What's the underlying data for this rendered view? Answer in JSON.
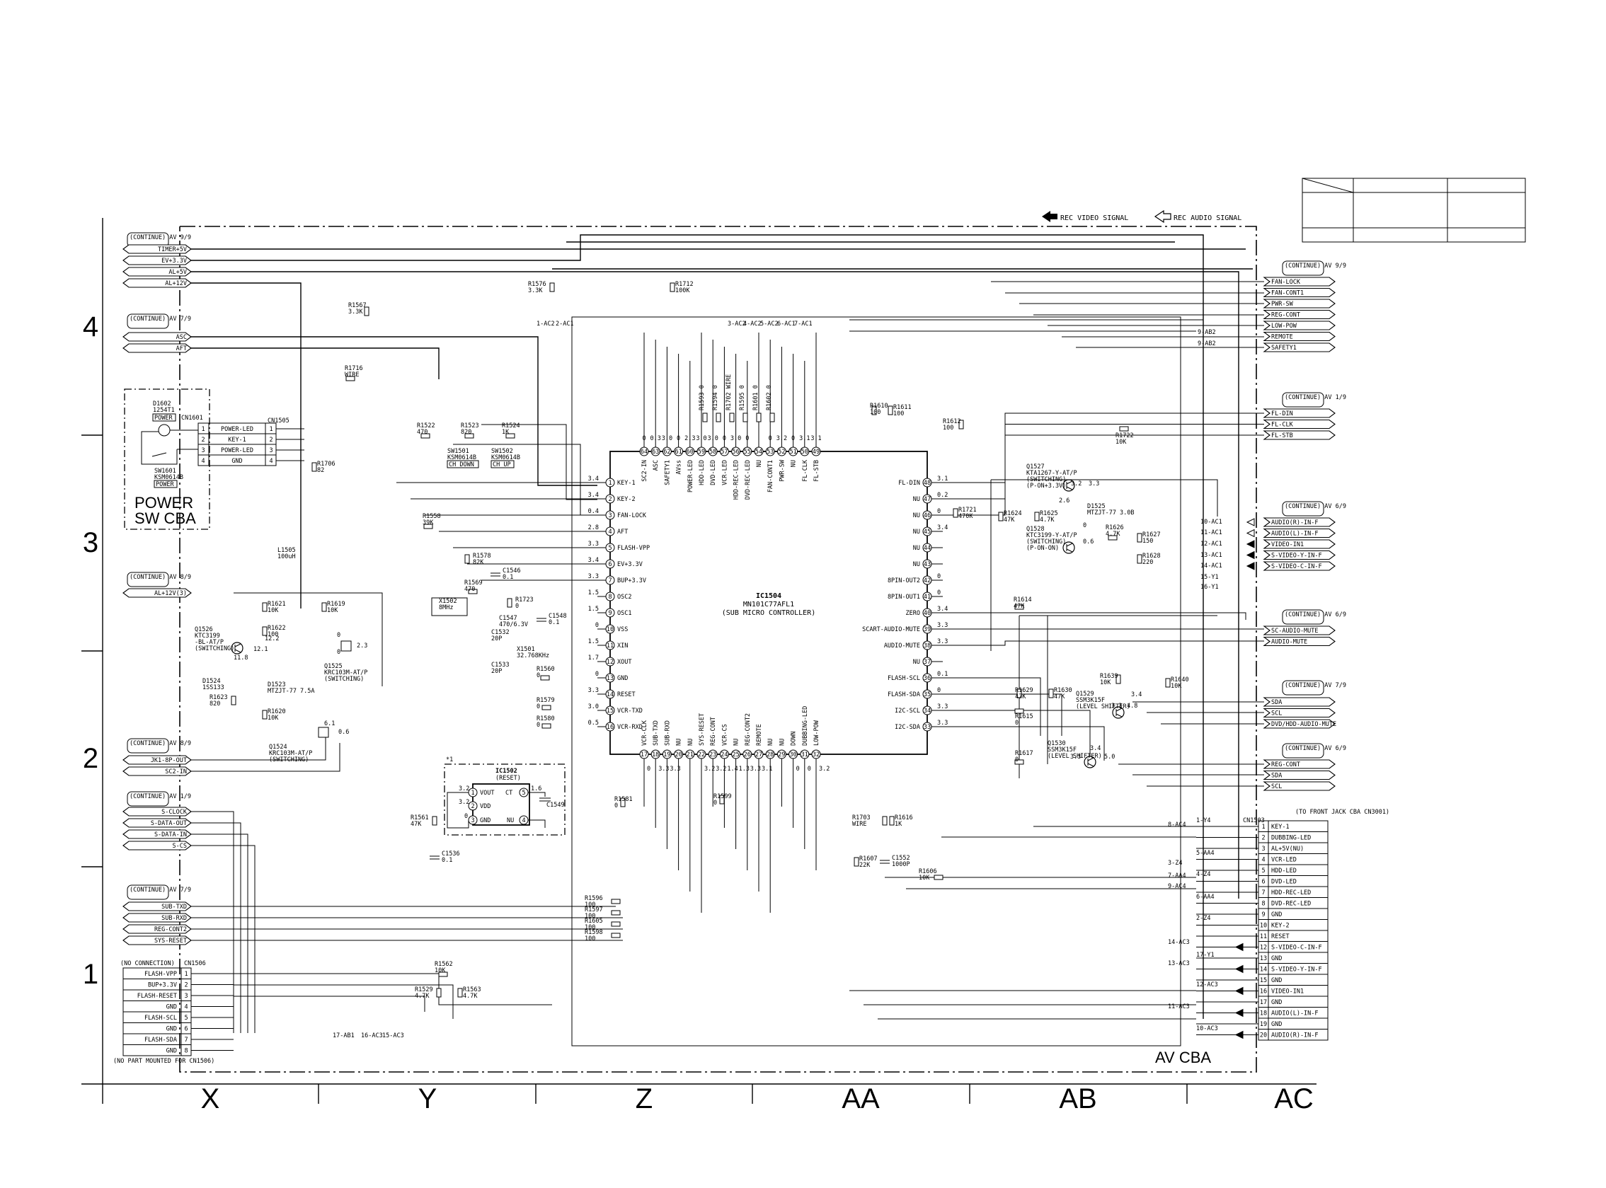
{
  "signals": {
    "video": "REC VIDEO SIGNAL",
    "audio": "REC AUDIO SIGNAL"
  },
  "grid": {
    "cols": [
      "X",
      "Y",
      "Z",
      "AA",
      "AB",
      "AC"
    ],
    "rows": [
      "4",
      "3",
      "2",
      "1"
    ]
  },
  "ic1504": {
    "ref": "IC1504",
    "part": "MN101C77AFL1",
    "desc": "(SUB MICRO CONTROLLER)"
  },
  "ic1502": {
    "ref": "IC1502",
    "desc": "(RESET)",
    "pin1": "VOUT",
    "pin2": "VDD",
    "pin3": "GND",
    "pin4": "NU",
    "pin5": "CT",
    "mark": "*1"
  },
  "left_pins": [
    {
      "num": "1",
      "name": "KEY-1",
      "v": "3.4"
    },
    {
      "num": "2",
      "name": "KEY-2",
      "v": "3.4"
    },
    {
      "num": "3",
      "name": "FAN-LOCK",
      "v": "0.4"
    },
    {
      "num": "4",
      "name": "AFT",
      "v": "2.8"
    },
    {
      "num": "5",
      "name": "FLASH-VPP",
      "v": "3.3"
    },
    {
      "num": "6",
      "name": "EV+3.3V",
      "v": "3.4"
    },
    {
      "num": "7",
      "name": "BUP+3.3V",
      "v": "3.3"
    },
    {
      "num": "8",
      "name": "OSC2",
      "v": "1.5"
    },
    {
      "num": "9",
      "name": "OSC1",
      "v": "1.5"
    },
    {
      "num": "10",
      "name": "VSS",
      "v": "0"
    },
    {
      "num": "11",
      "name": "XIN",
      "v": "1.5"
    },
    {
      "num": "12",
      "name": "XOUT",
      "v": "1.7"
    },
    {
      "num": "13",
      "name": "GND",
      "v": "0"
    },
    {
      "num": "14",
      "name": "RESET",
      "v": "3.3"
    },
    {
      "num": "15",
      "name": "VCR-TXD",
      "v": "3.0"
    },
    {
      "num": "16",
      "name": "VCR-RXD",
      "v": "0.5"
    }
  ],
  "right_pins": [
    {
      "num": "48",
      "name": "FL-DIN",
      "v": "3.1"
    },
    {
      "num": "47",
      "name": "NU",
      "v": "0.2"
    },
    {
      "num": "46",
      "name": "NU",
      "v": "0"
    },
    {
      "num": "45",
      "name": "NU",
      "v": "3.4"
    },
    {
      "num": "44",
      "name": "NU",
      "v": ""
    },
    {
      "num": "43",
      "name": "NU",
      "v": ""
    },
    {
      "num": "42",
      "name": "8PIN-OUT2",
      "v": "0"
    },
    {
      "num": "41",
      "name": "8PIN-OUT1",
      "v": "0"
    },
    {
      "num": "40",
      "name": "ZERO",
      "v": "3.4"
    },
    {
      "num": "39",
      "name": "SCART-AUDIO-MUTE",
      "v": "3.3"
    },
    {
      "num": "38",
      "name": "AUDIO-MUTE",
      "v": "3.3"
    },
    {
      "num": "37",
      "name": "NU",
      "v": ""
    },
    {
      "num": "36",
      "name": "FLASH-SCL",
      "v": "0.1"
    },
    {
      "num": "35",
      "name": "FLASH-SDA",
      "v": "0"
    },
    {
      "num": "34",
      "name": "I2C-SCL",
      "v": "3.3"
    },
    {
      "num": "33",
      "name": "I2C-SDA",
      "v": "3.3"
    }
  ],
  "top_pins": [
    {
      "num": "64",
      "name": "SC2-IN",
      "v": "0"
    },
    {
      "num": "63",
      "name": "ASC",
      "v": "0.3"
    },
    {
      "num": "62",
      "name": "SAFETY1",
      "v": "3.0"
    },
    {
      "num": "61",
      "name": "AVss",
      "v": "0"
    },
    {
      "num": "60",
      "name": "POWER-LED",
      "v": "2.3"
    },
    {
      "num": "59",
      "name": "HDD-LED",
      "v": "3.0"
    },
    {
      "num": "58",
      "name": "DVD-LED",
      "v": "3.0"
    },
    {
      "num": "57",
      "name": "VCR-LED",
      "v": "0"
    },
    {
      "num": "56",
      "name": "HDD-REC-LED",
      "v": "3.0"
    },
    {
      "num": "55",
      "name": "DVD-REC-LED",
      "v": "0"
    },
    {
      "num": "54",
      "name": "NU",
      "v": ""
    },
    {
      "num": "53",
      "name": "FAN-CONT1",
      "v": "0"
    },
    {
      "num": "52",
      "name": "PWR-SW",
      "v": "3.2"
    },
    {
      "num": "51",
      "name": "NU",
      "v": "0"
    },
    {
      "num": "50",
      "name": "FL-CLK",
      "v": "3.1"
    },
    {
      "num": "49",
      "name": "FL-STB",
      "v": "3.1"
    }
  ],
  "bottom_pins": [
    {
      "num": "17",
      "name": "VCR-CLK",
      "v": "0"
    },
    {
      "num": "18",
      "name": "SUB-TXD",
      "v": "3.3"
    },
    {
      "num": "19",
      "name": "SUB-RXD",
      "v": "3.3"
    },
    {
      "num": "20",
      "name": "NU",
      "v": ""
    },
    {
      "num": "21",
      "name": "NU",
      "v": ""
    },
    {
      "num": "22",
      "name": "SYS-RESET",
      "v": "3.2"
    },
    {
      "num": "23",
      "name": "REG-CONT",
      "v": "3.2"
    },
    {
      "num": "24",
      "name": "VCR-CS",
      "v": "1.4"
    },
    {
      "num": "25",
      "name": "NU",
      "v": "1.3"
    },
    {
      "num": "26",
      "name": "REG-CONT2",
      "v": "3.3"
    },
    {
      "num": "27",
      "name": "REMOTE",
      "v": "3.1"
    },
    {
      "num": "28",
      "name": "NU",
      "v": ""
    },
    {
      "num": "29",
      "name": "NU",
      "v": ""
    },
    {
      "num": "30",
      "name": "DOWN",
      "v": "0"
    },
    {
      "num": "31",
      "name": "DUBBING-LED",
      "v": "0"
    },
    {
      "num": "32",
      "name": "LOW-POW",
      "v": "3.2"
    }
  ],
  "left_connectors": {
    "g1_cont": "(CONTINUE) AV 9/9",
    "g1": [
      "TIMER+5V",
      "EV+3.3V",
      "AL+5V",
      "AL+12V"
    ],
    "g2_cont": "(CONTINUE) AV 7/9",
    "g2": [
      "ASC",
      "AFT"
    ],
    "g3_cont": "(CONTINUE) AV 8/9",
    "g3": [
      "AL+12V(3)"
    ],
    "g4_cont": "(CONTINUE) AV 8/9",
    "g4": [
      "JK1-8P-OUT",
      "SC2-IN"
    ],
    "g5_cont": "(CONTINUE) AV 1/9",
    "g5": [
      "S-CLOCK",
      "S-DATA-OUT",
      "S-DATA-IN",
      "S-CS"
    ],
    "g6_cont": "(CONTINUE) AV 7/9",
    "g6": [
      "SUB-TXD",
      "SUB-RXD",
      "REG-CONT2",
      "SYS-RESET"
    ]
  },
  "right_connectors": {
    "g1_cont": "(CONTINUE) AV 9/9",
    "g1": [
      "FAN-LOCK",
      "FAN-CONT1",
      "PWR-SW",
      "REG-CONT",
      "LOW-POW",
      "REMOTE",
      "SAFETY1"
    ],
    "g2_cont": "(CONTINUE) AV 1/9",
    "g2": [
      "FL-DIN",
      "FL-CLK",
      "FL-STB"
    ],
    "g3_cont": "(CONTINUE) AV 6/9",
    "g3": [
      "AUDIO(R)-IN-F",
      "AUDIO(L)-IN-F",
      "VIDEO-IN1",
      "S-VIDEO-Y-IN-F",
      "S-VIDEO-C-IN-F"
    ],
    "g4_cont": "(CONTINUE) AV 6/9",
    "g4": [
      "SC-AUDIO-MUTE",
      "AUDIO-MUTE"
    ],
    "g5_cont": "(CONTINUE) AV 7/9",
    "g5": [
      "SDA",
      "SCL",
      "DVD/HDD-AUDIO-MUTE"
    ],
    "g6_cont": "(CONTINUE) AV 6/9",
    "g6": [
      "REG-CONT",
      "SDA",
      "SCL"
    ]
  },
  "cn1503": {
    "ref": "CN1503",
    "to": "(TO FRONT JACK CBA CN3001)",
    "pins": [
      "KEY-1",
      "DUBBING-LED",
      "AL+5V(NU)",
      "VCR-LED",
      "HDD-LED",
      "DVD-LED",
      "HDD-REC-LED",
      "DVD-REC-LED",
      "GND",
      "KEY-2",
      "RESET",
      "S-VIDEO-C-IN-F",
      "GND",
      "S-VIDEO-Y-IN-F",
      "GND",
      "VIDEO-IN1",
      "GND",
      "AUDIO(L)-IN-F",
      "GND",
      "AUDIO(R)-IN-F"
    ]
  },
  "cn1506": {
    "ref": "CN1506",
    "note_top": "(NO CONNECTION)",
    "note_bottom": "(NO PART MOUNTED FOR CN1506)",
    "pins": [
      "FLASH-VPP",
      "BUP+3.3V",
      "FLASH-RESET",
      "GND",
      "FLASH-SCL",
      "GND",
      "FLASH-SDA",
      "GND"
    ]
  },
  "cn1601": {
    "ref": "CN1601",
    "ref2": "CN1505",
    "pins": [
      "POWER-LED",
      "KEY-1",
      "POWER-LED",
      "GND"
    ]
  },
  "power_sw": {
    "line1": "POWER",
    "line2": "SW CBA",
    "d1602": "D1602",
    "d1602_part": "1254T1",
    "d1602_label": "POWER",
    "sw1601": "SW1601",
    "sw1601_part": "KSM0614B",
    "sw1601_label": "POWER"
  },
  "av_cba": "AV CBA",
  "components": {
    "r1522": "R1522",
    "r1522_v": "470",
    "r1523": "R1523",
    "r1523_v": "820",
    "r1524": "R1524",
    "r1524_v": "1K",
    "sw1501": "SW1501",
    "sw1501_p": "KSM0614B",
    "sw1501_l": "CH DOWN",
    "sw1502": "SW1502",
    "sw1502_p": "KSM0614B",
    "sw1502_l": "CH UP",
    "r1558": "R1558",
    "r1558_v": "39K",
    "r1578": "R1578",
    "r1578_v": "82K",
    "c1546": "C1546",
    "c1546_v": "0.1",
    "r1569": "R1569",
    "r1569_v": "470",
    "x1502": "X1502",
    "x1502_v": "8MHz",
    "r1723": "R1723",
    "r1723_v": "0",
    "c1547": "C1547",
    "c1547_v": "470/6.3V",
    "c1548": "C1548",
    "c1548_v": "0.1",
    "c1532": "C1532",
    "c1532_v": "20P",
    "x1501": "X1501",
    "x1501_v": "32.768KHz",
    "c1533": "C1533",
    "c1533_v": "20P",
    "r1560": "R1560",
    "r1560_v": "0",
    "r1579": "R1579",
    "r1579_v": "0",
    "r1580": "R1580",
    "r1580_v": "0",
    "r1576": "R1576",
    "r1576_v": "3.3K",
    "r1567": "R1567",
    "r1567_v": "3.3K",
    "r1712": "R1712",
    "r1712_v": "100K",
    "r1716": "R1716",
    "r1716_v": "WIRE",
    "r1706": "R1706",
    "r1706_v": "82",
    "l1505": "L1505",
    "l1505_v": "100uH",
    "r1621": "R1621",
    "r1621_v": "10K",
    "r1619": "R1619",
    "r1619_v": "10K",
    "r1622": "R1622",
    "r1622_v": "100",
    "q1526": "Q1526",
    "q1526_p": "KTC3199",
    "q1526_p2": "-BL-AT/P",
    "q1526_s": "(SWITCHING)",
    "q1525": "Q1525",
    "q1525_p": "KRC103M-AT/P",
    "q1525_s": "(SWITCHING)",
    "d1524": "D1524",
    "d1524_p": "1SS133",
    "d1523": "D1523",
    "d1523_p": "MTZJT-77 7.5A",
    "r1623": "R1623",
    "r1623_v": "820",
    "r1620": "R1620",
    "r1620_v": "10K",
    "q1524": "Q1524",
    "q1524_p": "KRC103M-AT/P",
    "q1524_s": "(SWITCHING)",
    "r1581": "R1581",
    "r1581_v": "0",
    "r1599": "R1599",
    "r1599_v": "0",
    "c1549": "C1549",
    "r1561": "R1561",
    "r1561_v": "47K",
    "c1536": "C1536",
    "c1536_v": "0.1",
    "r1596": "R1596",
    "r1596_v": "100",
    "r1597": "R1597",
    "r1597_v": "100",
    "r1605": "R1605",
    "r1605_v": "100",
    "r1598": "R1598",
    "r1598_v": "100",
    "r1562": "R1562",
    "r1562_v": "10K",
    "r1529": "R1529",
    "r1529_v": "4.7K",
    "r1563": "R1563",
    "r1563_v": "4.7K",
    "r1703": "R1703",
    "r1703_v": "WIRE",
    "r1616": "R1616",
    "r1616_v": "1K",
    "r1607": "R1607",
    "r1607_v": "22K",
    "c1552": "C1552",
    "c1552_v": "1000P",
    "r1606": "R1606",
    "r1606_v": "10K",
    "r1610": "R1610",
    "r1610_v": "100",
    "r1611": "R1611",
    "r1611_v": "100",
    "r1612": "R1612",
    "r1612_v": "100",
    "r1722": "R1722",
    "r1722_v": "10K",
    "q1527": "Q1527",
    "q1527_p": "KTA1267-Y-AT/P",
    "q1527_s": "(SWITCHING)",
    "q1527_s2": "(P-ON+3.3V)",
    "r1721": "R1721",
    "r1721_v": "470K",
    "r1624": "R1624",
    "r1624_v": "47K",
    "r1625": "R1625",
    "r1625_v": "4.7K",
    "d1525": "D1525",
    "d1525_p": "MTZJT-77 3.0B",
    "q1528": "Q1528",
    "q1528_p": "KTC3199-Y-AT/P",
    "q1528_s": "(SWITCHING)",
    "q1528_s2": "(P-ON-ON)",
    "r1626": "R1626",
    "r1626_v": "4.7K",
    "r1627": "R1627",
    "r1627_v": "150",
    "r1628": "R1628",
    "r1628_v": "220",
    "r1614": "R1614",
    "r1614_v": "47K",
    "r1639": "R1639",
    "r1639_v": "10K",
    "r1640": "R1640",
    "r1640_v": "10K",
    "r1629": "R1629",
    "r1629_v": "47K",
    "r1630": "R1630",
    "r1630_v": "47K",
    "q1529": "Q1529",
    "q1529_p": "SSM3K15F",
    "q1529_s": "(LEVEL SHIFTER)",
    "r1615": "R1615",
    "r1615_v": "0",
    "r1617": "R1617",
    "r1617_v": "0",
    "q1530": "Q1530",
    "q1530_p": "SSM3K15F",
    "q1530_s": "(LEVEL SHIFTER)",
    "r1593": "R1593 0",
    "r1594": "R1594 0",
    "r1702": "R1702 WIRE",
    "r1595": "R1595 0",
    "r1601": "R1601 0",
    "r1602": "R1602 0"
  },
  "ref_marks": {
    "top": [
      "1-AC2",
      "2-AC1",
      "3-AC2",
      "4-AC2",
      "5-AC2",
      "6-AC1",
      "7-AC1"
    ],
    "right_top": [
      "9-AB2",
      "9-AB2"
    ],
    "right_mid": [
      "10-AC1",
      "11-AC1",
      "12-AC1",
      "13-AC1",
      "14-AC1",
      "15-Y1",
      "16-Y1"
    ],
    "right_cn": [
      "1-Y4",
      "8-AC4",
      "5-AA4",
      "3-Z4",
      "4-Z4",
      "9-AC4",
      "6-AA4",
      "7-AA4",
      "2-Z4",
      "14-AC3",
      "17-Y1",
      "13-AC3",
      "12-AC3",
      "11-AC3",
      "10-AC3"
    ],
    "bottom": [
      "17-AB1",
      "16-AC3",
      "15-AC3"
    ]
  }
}
